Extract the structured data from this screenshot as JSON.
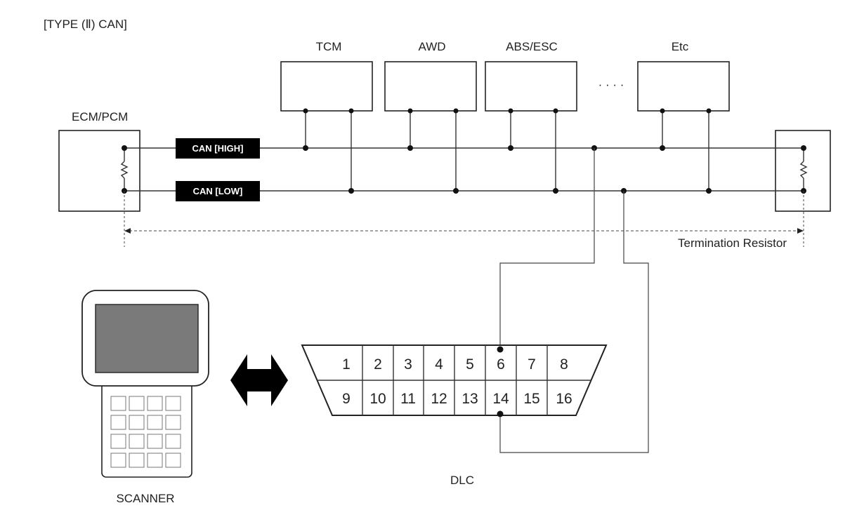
{
  "header": {
    "title": "[TYPE (Ⅱ) CAN]"
  },
  "modules": [
    "TCM",
    "AWD",
    "ABS/ESC",
    "Etc"
  ],
  "ellipsis": "· · · ·",
  "ecm": {
    "label": "ECM/PCM"
  },
  "bus": {
    "high_label": "CAN [HIGH]",
    "low_label": "CAN [LOW]"
  },
  "termination": {
    "label": "Termination Resistor"
  },
  "scanner": {
    "label": "SCANNER"
  },
  "dlc": {
    "label": "DLC",
    "top_pins": [
      "1",
      "2",
      "3",
      "4",
      "5",
      "6",
      "7",
      "8"
    ],
    "bottom_pins": [
      "9",
      "10",
      "11",
      "12",
      "13",
      "14",
      "15",
      "16"
    ]
  }
}
